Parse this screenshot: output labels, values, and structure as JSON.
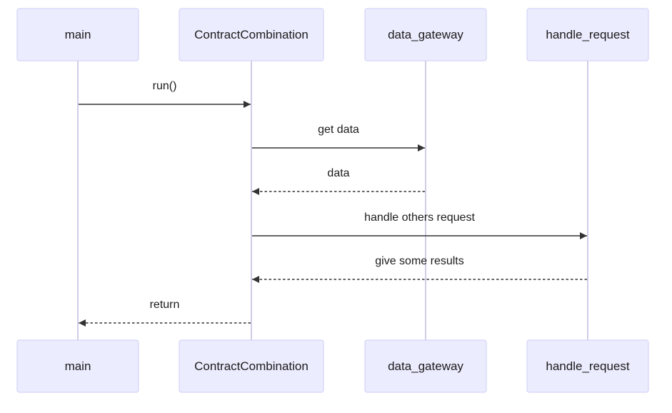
{
  "diagram": {
    "type": "sequence",
    "participants": [
      {
        "id": "main",
        "label": "main"
      },
      {
        "id": "ContractCombination",
        "label": "ContractCombination"
      },
      {
        "id": "data_gateway",
        "label": "data_gateway"
      },
      {
        "id": "handle_request",
        "label": "handle_request"
      }
    ],
    "messages": [
      {
        "from": "main",
        "to": "ContractCombination",
        "label": "run()",
        "style": "solid"
      },
      {
        "from": "ContractCombination",
        "to": "data_gateway",
        "label": "get data",
        "style": "solid"
      },
      {
        "from": "data_gateway",
        "to": "ContractCombination",
        "label": "data",
        "style": "dashed"
      },
      {
        "from": "ContractCombination",
        "to": "handle_request",
        "label": "handle others request",
        "style": "solid"
      },
      {
        "from": "handle_request",
        "to": "ContractCombination",
        "label": "give some results",
        "style": "dashed"
      },
      {
        "from": "ContractCombination",
        "to": "main",
        "label": "return",
        "style": "dashed"
      }
    ],
    "colors": {
      "actor_fill": "#ececff",
      "actor_border": "#cdcdf4",
      "lifeline": "#cfcde6",
      "arrow": "#333333",
      "text": "#1b1b1b"
    }
  }
}
